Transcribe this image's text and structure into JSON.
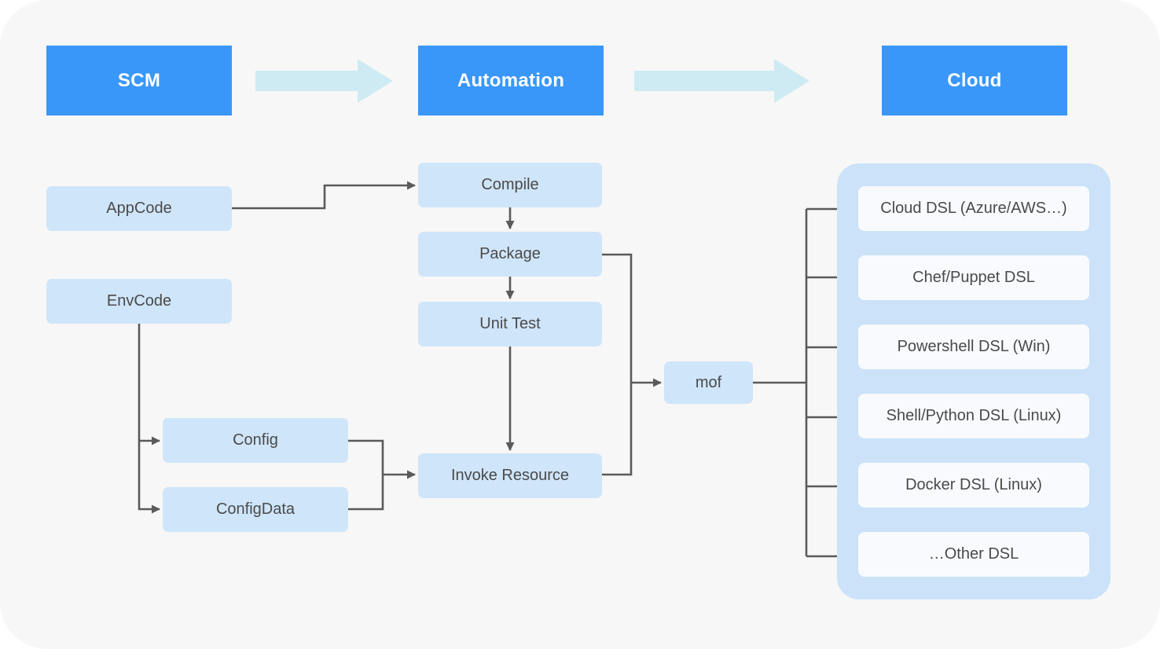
{
  "headers": {
    "scm": "SCM",
    "automation": "Automation",
    "cloud": "Cloud"
  },
  "nodes": {
    "appcode": "AppCode",
    "envcode": "EnvCode",
    "config": "Config",
    "configdata": "ConfigData",
    "compile": "Compile",
    "package": "Package",
    "unit_test": "Unit Test",
    "invoke_resource": "Invoke Resource",
    "mof": "mof"
  },
  "cloud_panel": {
    "items": [
      "Cloud DSL (Azure/AWS…)",
      "Chef/Puppet DSL",
      "Powershell DSL (Win)",
      "Shell/Python DSL (Linux)",
      "Docker DSL (Linux)",
      "…Other DSL"
    ]
  },
  "edges": [
    {
      "from": "SCM",
      "to": "Automation",
      "type": "stage-arrow"
    },
    {
      "from": "Automation",
      "to": "Cloud",
      "type": "stage-arrow"
    },
    {
      "from": "AppCode",
      "to": "Compile"
    },
    {
      "from": "Compile",
      "to": "Package"
    },
    {
      "from": "Package",
      "to": "Unit Test"
    },
    {
      "from": "Unit Test",
      "to": "Invoke Resource"
    },
    {
      "from": "EnvCode",
      "to": "Config"
    },
    {
      "from": "EnvCode",
      "to": "ConfigData"
    },
    {
      "from": "Config",
      "to": "Invoke Resource"
    },
    {
      "from": "ConfigData",
      "to": "Invoke Resource"
    },
    {
      "from": "Package",
      "to": "mof"
    },
    {
      "from": "Invoke Resource",
      "to": "mof"
    },
    {
      "from": "mof",
      "to": "Cloud DSL (Azure/AWS…)"
    },
    {
      "from": "mof",
      "to": "Chef/Puppet DSL"
    },
    {
      "from": "mof",
      "to": "Powershell DSL (Win)"
    },
    {
      "from": "mof",
      "to": "Shell/Python DSL (Linux)"
    },
    {
      "from": "mof",
      "to": "Docker DSL (Linux)"
    },
    {
      "from": "mof",
      "to": "…Other DSL"
    }
  ],
  "colors": {
    "canvas_background": "#f7f7f7",
    "stage_header_blue": "#3a97fa",
    "stage_header_text": "#ffffff",
    "node_blue": "#cfe5f9",
    "panel_blue": "#cbe2f8",
    "panel_item_background": "#f8fafd",
    "node_text": "#4a4a4a",
    "connector_gray": "#5a5a5a",
    "stage_arrow_cyan": "#ceebf3"
  }
}
